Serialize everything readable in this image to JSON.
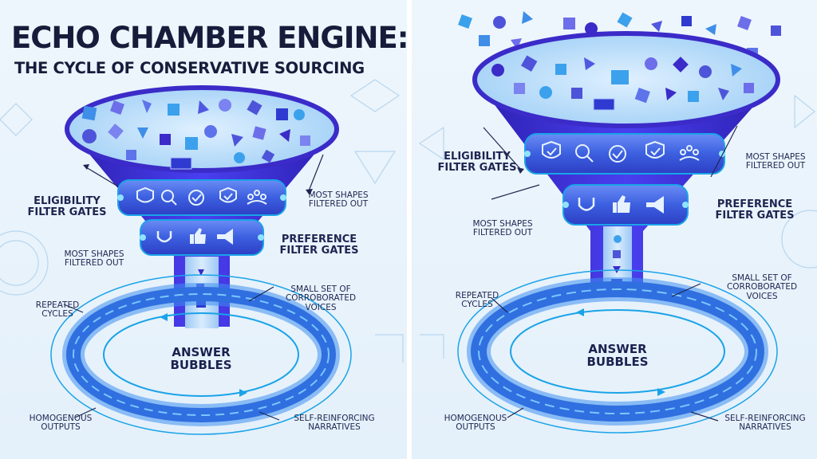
{
  "title": "ECHO CHAMBER ENGINE:",
  "subtitle": "THE CYCLE OF CONSERVATIVE SOURCING",
  "colors": {
    "funnel_dark": "#3b2bc8",
    "funnel_mid": "#4f46e5",
    "accent": "#1aa3e8",
    "ring": "#2f6fe0",
    "text": "#1e2550"
  },
  "left_panel": {
    "eligibility": "ELIGIBILITY\nFILTER GATES",
    "most_shapes": "MOST SHAPES\nFILTERED OUT",
    "most_shapes_2": "MOST SHAPES\nFILTERED OUT",
    "preference": "PREFERENCE\nFILTER GATES",
    "repeated": "REPEATED\nCYCLES",
    "small_set": "SMALL SET OF\nCORROBORATED\nVOICES",
    "center": "ANSWER\nBUBBLES",
    "homogenous": "HOMOGENOUS\nOUTPUTS",
    "self_reinforcing": "SELF-REINFORCING\nNARRATIVES"
  },
  "right_panel": {
    "eligibility": "ELIGIBILITY\nFILTER GATES",
    "most_shapes": "MOST SHAPES\nFILTERED OUT",
    "most_shapes_2": "MOST SHAPES\nFILTERED OUT",
    "preference": "PREFERENCE\nFILTER GATES",
    "repeated": "REPEATED\nCYCLES",
    "small_set": "SMALL SET OF\nCORROBORATED\nVOICES",
    "center": "ANSWER\nBUBBLES",
    "homogenous": "HOMOGENOUS\nOUTPUTS",
    "self_reinforcing": "SELF-REINFORCING\nNARRATIVES"
  },
  "icons": [
    "shield-icon",
    "magnifier-check-icon",
    "check-circle-icon",
    "shield-check-icon",
    "people-icon",
    "magnet-icon",
    "thumbs-up-icon",
    "megaphone-icon"
  ]
}
